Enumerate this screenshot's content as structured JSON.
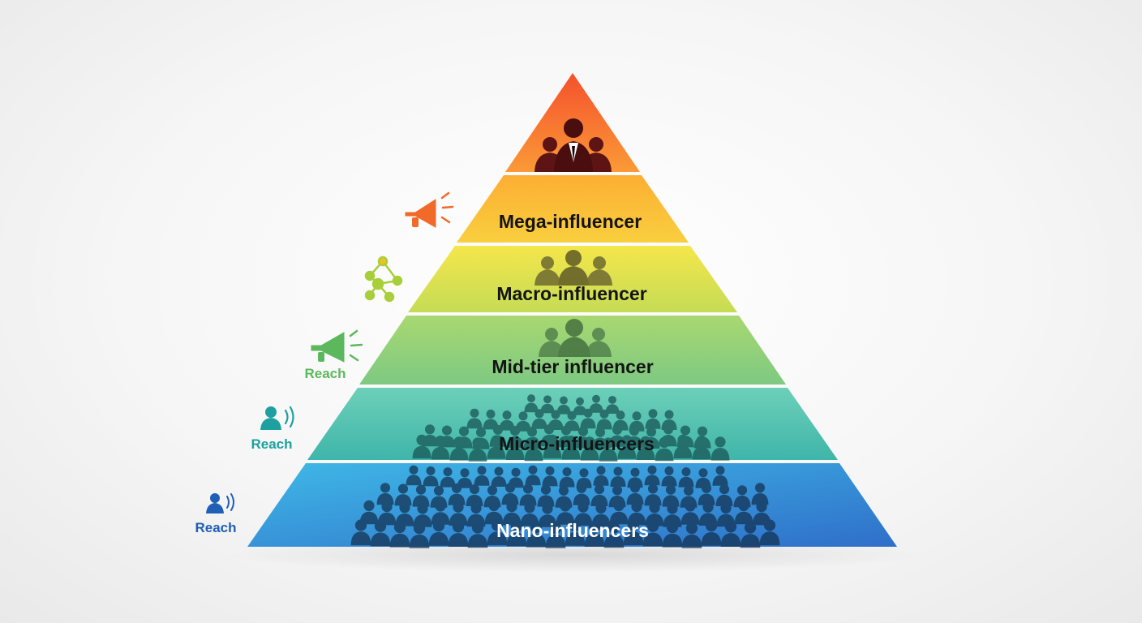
{
  "pyramid": {
    "tiers": [
      {
        "label": "",
        "color_top": "#f4502c",
        "color_bottom": "#fb9a36"
      },
      {
        "label": "Mega-influencer",
        "color_top": "#fcae33",
        "color_bottom": "#f9cf3e"
      },
      {
        "label": "Macro-influencer",
        "color_top": "#f5e64b",
        "color_bottom": "#c5dc55"
      },
      {
        "label": "Mid-tier influencer",
        "color_top": "#a8d870",
        "color_bottom": "#7ec983"
      },
      {
        "label": "Micro-influencers",
        "color_top": "#6dd0b8",
        "color_bottom": "#3fb5aa"
      },
      {
        "label": "Nano-influencers",
        "color_top": "#3fb8e6",
        "color_bottom": "#2f6fca"
      }
    ],
    "crowd_color": "#10304e"
  },
  "side_icons": [
    {
      "icon": "megaphone-icon",
      "label": "",
      "color": "#f26a2a"
    },
    {
      "icon": "network-icon",
      "label": "",
      "color": "#a8cf3a"
    },
    {
      "icon": "megaphone-icon",
      "label": "Reach",
      "color": "#5cb85c"
    },
    {
      "icon": "person-audio-icon",
      "label": "Reach",
      "color": "#1fa0a0"
    },
    {
      "icon": "person-audio-icon",
      "label": "Reach",
      "color": "#1f5fb5"
    }
  ]
}
